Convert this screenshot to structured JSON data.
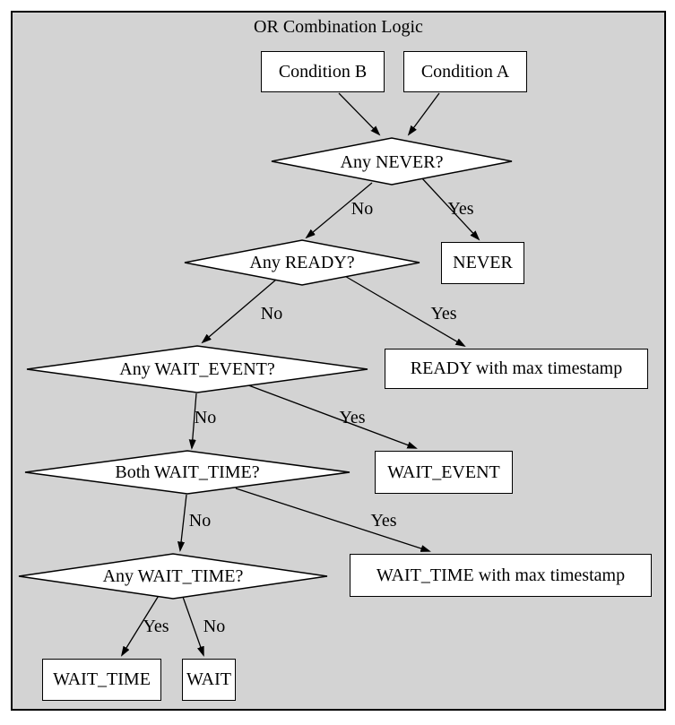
{
  "title": "OR Combination Logic",
  "colors": {
    "graph_background": "#d3d3d3",
    "node_fill": "#ffffff",
    "stroke": "#000000"
  },
  "diagram": {
    "nodes": {
      "condition_b": {
        "label": "Condition B",
        "shape": "rect"
      },
      "condition_a": {
        "label": "Condition A",
        "shape": "rect"
      },
      "any_never": {
        "label": "Any NEVER?",
        "shape": "diamond"
      },
      "never": {
        "label": "NEVER",
        "shape": "rect"
      },
      "any_ready": {
        "label": "Any READY?",
        "shape": "diamond"
      },
      "ready_max": {
        "label": "READY with max timestamp",
        "shape": "rect"
      },
      "any_wait_event": {
        "label": "Any WAIT_EVENT?",
        "shape": "diamond"
      },
      "wait_event": {
        "label": "WAIT_EVENT",
        "shape": "rect"
      },
      "both_wait_time": {
        "label": "Both WAIT_TIME?",
        "shape": "diamond"
      },
      "wait_time_max": {
        "label": "WAIT_TIME with max timestamp",
        "shape": "rect"
      },
      "any_wait_time": {
        "label": "Any WAIT_TIME?",
        "shape": "diamond"
      },
      "wait_time": {
        "label": "WAIT_TIME",
        "shape": "rect"
      },
      "wait": {
        "label": "WAIT",
        "shape": "rect"
      }
    },
    "edges": [
      {
        "from": "condition_b",
        "to": "any_never",
        "label": ""
      },
      {
        "from": "condition_a",
        "to": "any_never",
        "label": ""
      },
      {
        "from": "any_never",
        "to": "any_ready",
        "label": "No"
      },
      {
        "from": "any_never",
        "to": "never",
        "label": "Yes"
      },
      {
        "from": "any_ready",
        "to": "any_wait_event",
        "label": "No"
      },
      {
        "from": "any_ready",
        "to": "ready_max",
        "label": "Yes"
      },
      {
        "from": "any_wait_event",
        "to": "both_wait_time",
        "label": "No"
      },
      {
        "from": "any_wait_event",
        "to": "wait_event",
        "label": "Yes"
      },
      {
        "from": "both_wait_time",
        "to": "any_wait_time",
        "label": "No"
      },
      {
        "from": "both_wait_time",
        "to": "wait_time_max",
        "label": "Yes"
      },
      {
        "from": "any_wait_time",
        "to": "wait_time",
        "label": "Yes"
      },
      {
        "from": "any_wait_time",
        "to": "wait",
        "label": "No"
      }
    ]
  }
}
